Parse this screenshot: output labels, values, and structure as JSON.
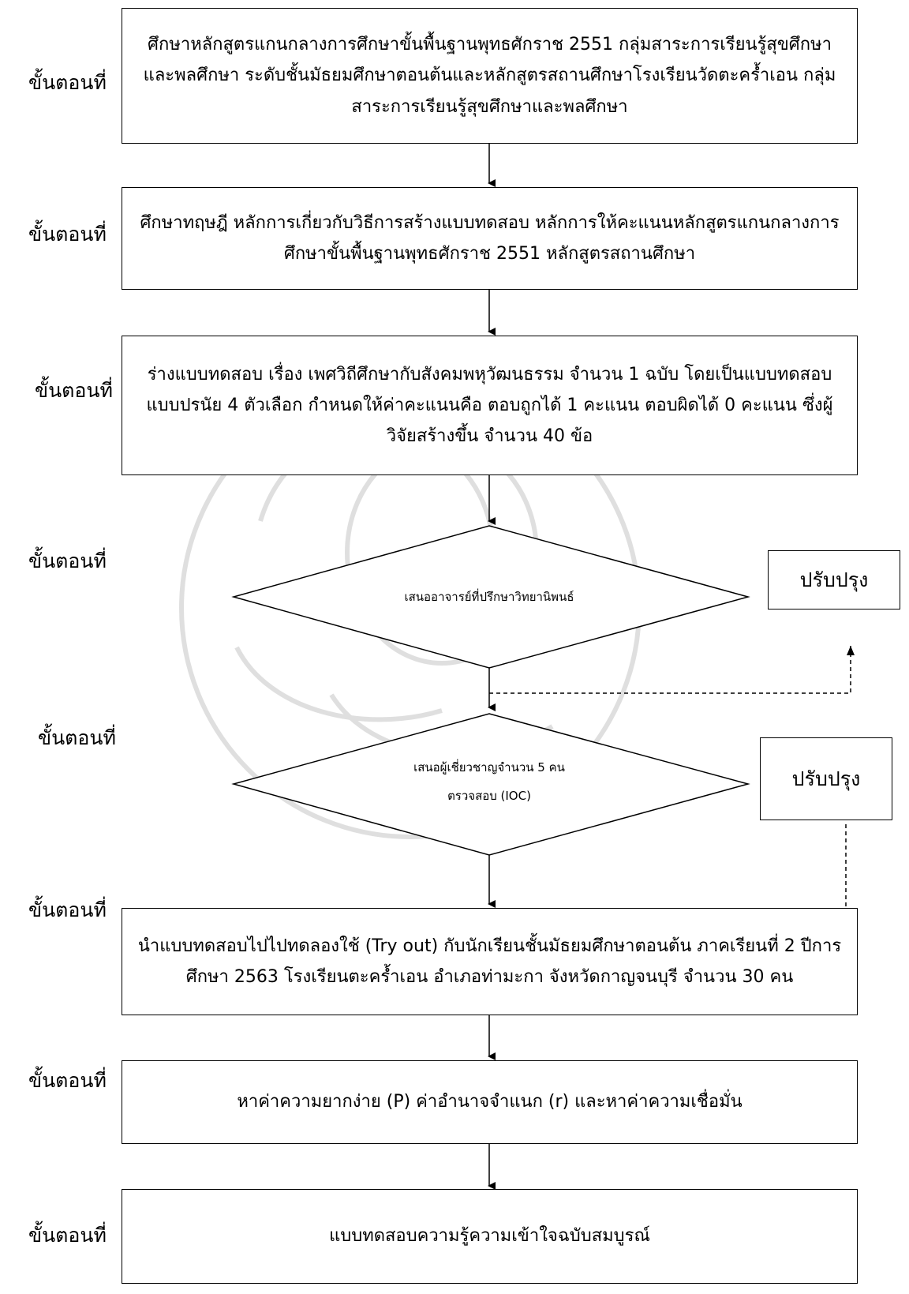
{
  "step_label": "ขั้นตอนที่",
  "steps": [
    {
      "text": "ศึกษาหลักสูตรแกนกลางการศึกษาขั้นพื้นฐานพุทธศักราช 2551 กลุ่มสาระการเรียนรู้สุขศึกษาและพลศึกษา ระดับชั้นมัธยมศึกษาตอนต้นและหลักสูตรสถานศึกษาโรงเรียนวัดตะคร้ำเอน กลุ่มสาระการเรียนรู้สุขศึกษาและพลศึกษา"
    },
    {
      "text": "ศึกษาทฤษฎี หลักการเกี่ยวกับวิธีการสร้างแบบทดสอบ หลักการให้คะแนนหลักสูตรแกนกลางการศึกษาขั้นพื้นฐานพุทธศักราช 2551 หลักสูตรสถานศึกษา"
    },
    {
      "text": "ร่างแบบทดสอบ เรื่อง เพศวิถีศึกษากับสังคมพหุวัฒนธรรม จำนวน 1 ฉบับ โดยเป็นแบบทดสอบแบบปรนัย 4 ตัวเลือก กำหนดให้ค่าคะแนนคือ ตอบถูกได้ 1 คะแนน ตอบผิดได้ 0 คะแนน ซึ่งผู้วิจัยสร้างขึ้น จำนวน 40 ข้อ"
    },
    {
      "text": "เสนออาจารย์ที่ปรึกษาวิทยานิพนธ์"
    },
    {
      "text_line1": "เสนอผู้เชี่ยวชาญจำนวน 5 คน",
      "text_line2": "ตรวจสอบ (IOC)"
    },
    {
      "text": "นำแบบทดสอบไปไปทดลองใช้ (Try out) กับนักเรียนชั้นมัธยมศึกษาตอนต้น ภาคเรียนที่ 2 ปีการศึกษา 2563 โรงเรียนตะคร้ำเอน อำเภอท่ามะกา จังหวัดกาญจนบุรี จำนวน 30 คน"
    },
    {
      "text": "หาค่าความยากง่าย (P) ค่าอำนาจจำแนก (r) และหาค่าความเชื่อมั่น"
    },
    {
      "text": "แบบทดสอบความรู้ความเข้าใจฉบับสมบูรณ์"
    }
  ],
  "revise_label_1": "ปรับปรุง",
  "revise_label_2": "ปรับปรุง"
}
